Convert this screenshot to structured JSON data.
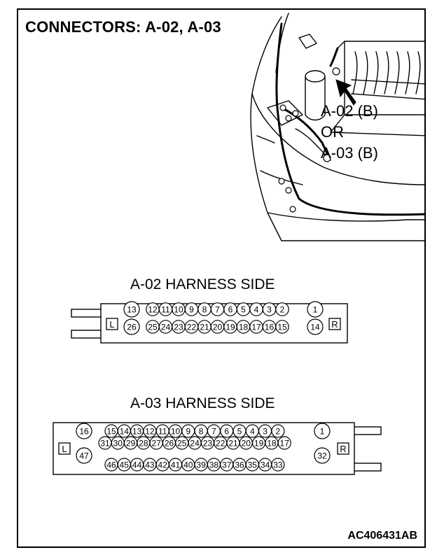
{
  "title": "CONNECTORS: A-02, A-03",
  "callouts": {
    "a02": "A-02 (B)",
    "or": "OR",
    "a03": "A-03 (B)"
  },
  "connector_a02": {
    "heading": "A-02 HARNESS SIDE",
    "left_label": "L",
    "right_label": "R",
    "row1": [
      "13",
      "12",
      "11",
      "10",
      "9",
      "8",
      "7",
      "6",
      "5",
      "4",
      "3",
      "2",
      "1"
    ],
    "row2": [
      "26",
      "25",
      "24",
      "23",
      "22",
      "21",
      "20",
      "19",
      "18",
      "17",
      "16",
      "15",
      "14"
    ]
  },
  "connector_a03": {
    "heading": "A-03 HARNESS SIDE",
    "left_label": "L",
    "right_label": "R",
    "row1": [
      "16",
      "15",
      "14",
      "13",
      "12",
      "11",
      "10",
      "9",
      "8",
      "7",
      "6",
      "5",
      "4",
      "3",
      "2",
      "1"
    ],
    "row2": [
      "31",
      "30",
      "29",
      "28",
      "27",
      "26",
      "25",
      "24",
      "23",
      "22",
      "21",
      "20",
      "19",
      "18",
      "17"
    ],
    "row3": [
      "47",
      "46",
      "45",
      "44",
      "43",
      "42",
      "41",
      "40",
      "39",
      "38",
      "37",
      "36",
      "35",
      "34",
      "33",
      "32"
    ]
  },
  "figure_code": "AC406431AB"
}
